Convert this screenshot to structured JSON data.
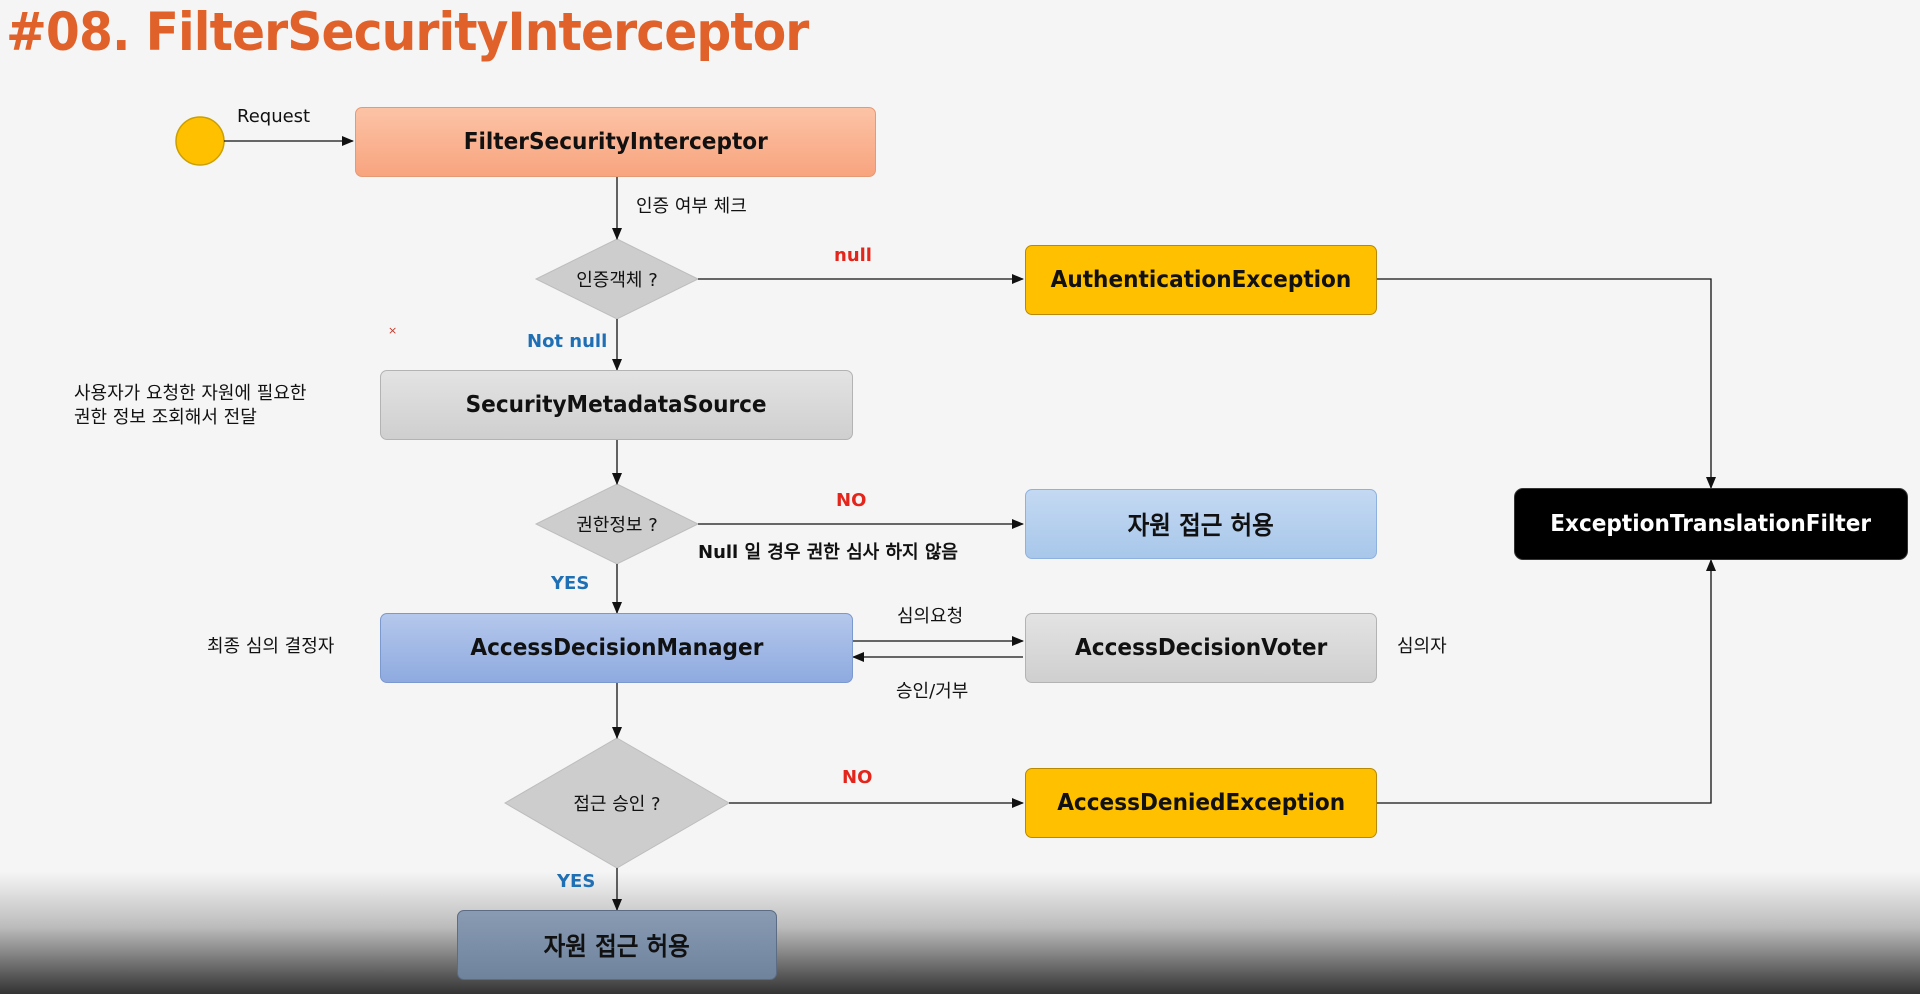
{
  "title": "#08. FilterSecurityInterceptor",
  "request_label": "Request",
  "boxes": {
    "filter_security_interceptor": "FilterSecurityInterceptor",
    "authentication_exception": "AuthenticationException",
    "security_metadata_source": "SecurityMetadataSource",
    "resource_access_allowed_1": "자원 접근 허용",
    "exception_translation_filter": "ExceptionTranslationFilter",
    "access_decision_manager": "AccessDecisionManager",
    "access_decision_voter": "AccessDecisionVoter",
    "access_denied_exception": "AccessDeniedException",
    "resource_access_allowed_2": "자원 접근 허용"
  },
  "decisions": {
    "auth_object": "인증객체 ?",
    "authority_info": "권한정보 ?",
    "access_approved": "접근 승인 ?"
  },
  "labels": {
    "auth_check": "인증 여부 체크",
    "null": "null",
    "not_null": "Not null",
    "metadata_desc_line1": "사용자가 요청한 자원에 필요한",
    "metadata_desc_line2": "권한 정보 조회해서 전달",
    "no_1": "NO",
    "null_desc": "Null 일 경우 권한 심사 하지 않음",
    "yes_1": "YES",
    "final_decider": "최종 심의 결정자",
    "review_request": "심의요청",
    "approve_reject": "승인/거부",
    "reviewer": "심의자",
    "no_2": "NO",
    "yes_2": "YES"
  },
  "colors": {
    "title": "#e0622a",
    "start_node": "#ffc000",
    "exception_box": "#ffc000",
    "filter_box": "#f8a47e",
    "no_label": "#e3251b",
    "yes_label": "#1f6fb5"
  }
}
